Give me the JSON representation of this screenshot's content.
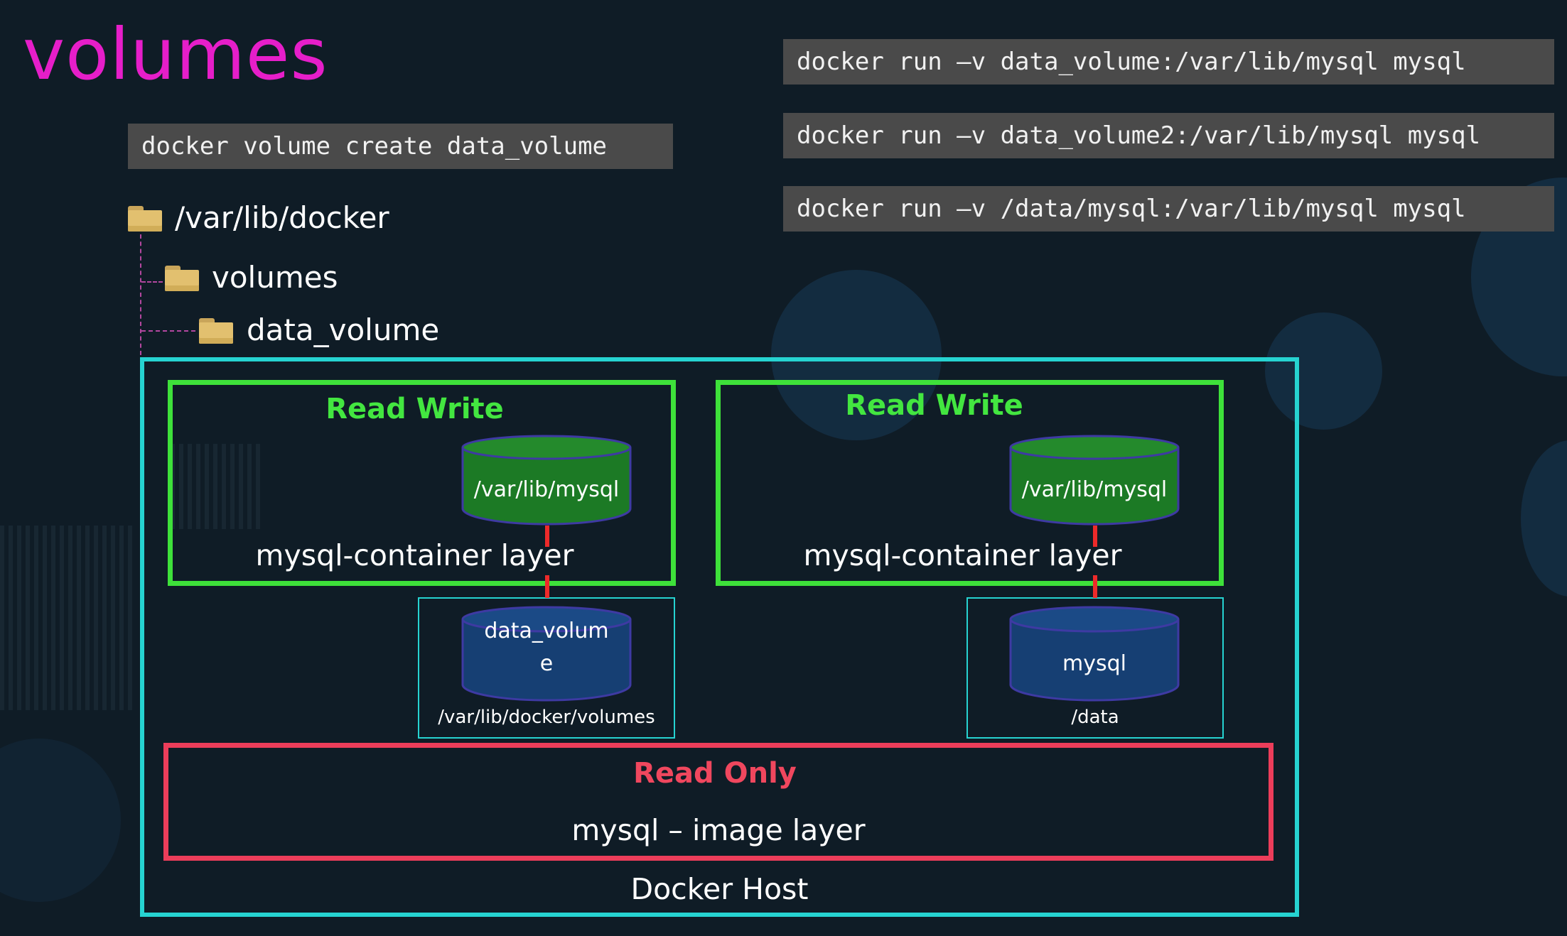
{
  "title": "volumes",
  "commands": {
    "create": "docker volume create data_volume",
    "run1": "docker run –v data_volume:/var/lib/mysql mysql",
    "run2": "docker run –v data_volume2:/var/lib/mysql mysql",
    "run3": "docker run –v /data/mysql:/var/lib/mysql mysql"
  },
  "tree": {
    "root": "/var/lib/docker",
    "child": "volumes",
    "grandchild": "data_volume",
    "folder_icon": "folder-icon"
  },
  "diagram": {
    "left": {
      "mode": "Read Write",
      "mount": "/var/lib/mysql",
      "layer": "mysql-container layer",
      "volume_line1": "data_volum",
      "volume_line2": "e",
      "volume_path": "/var/lib/docker/volumes"
    },
    "right": {
      "mode": "Read Write",
      "mount": "/var/lib/mysql",
      "layer": "mysql-container layer",
      "volume_name": "mysql",
      "volume_path": "/data"
    },
    "image": {
      "mode": "Read Only",
      "layer": "mysql – image layer"
    },
    "host": "Docker Host"
  },
  "colors": {
    "title": "#e61ec9",
    "read_write": "#3ee13a",
    "read_only": "#ec3d5a",
    "host_border": "#26d3d1",
    "link": "#ee2a2a"
  }
}
